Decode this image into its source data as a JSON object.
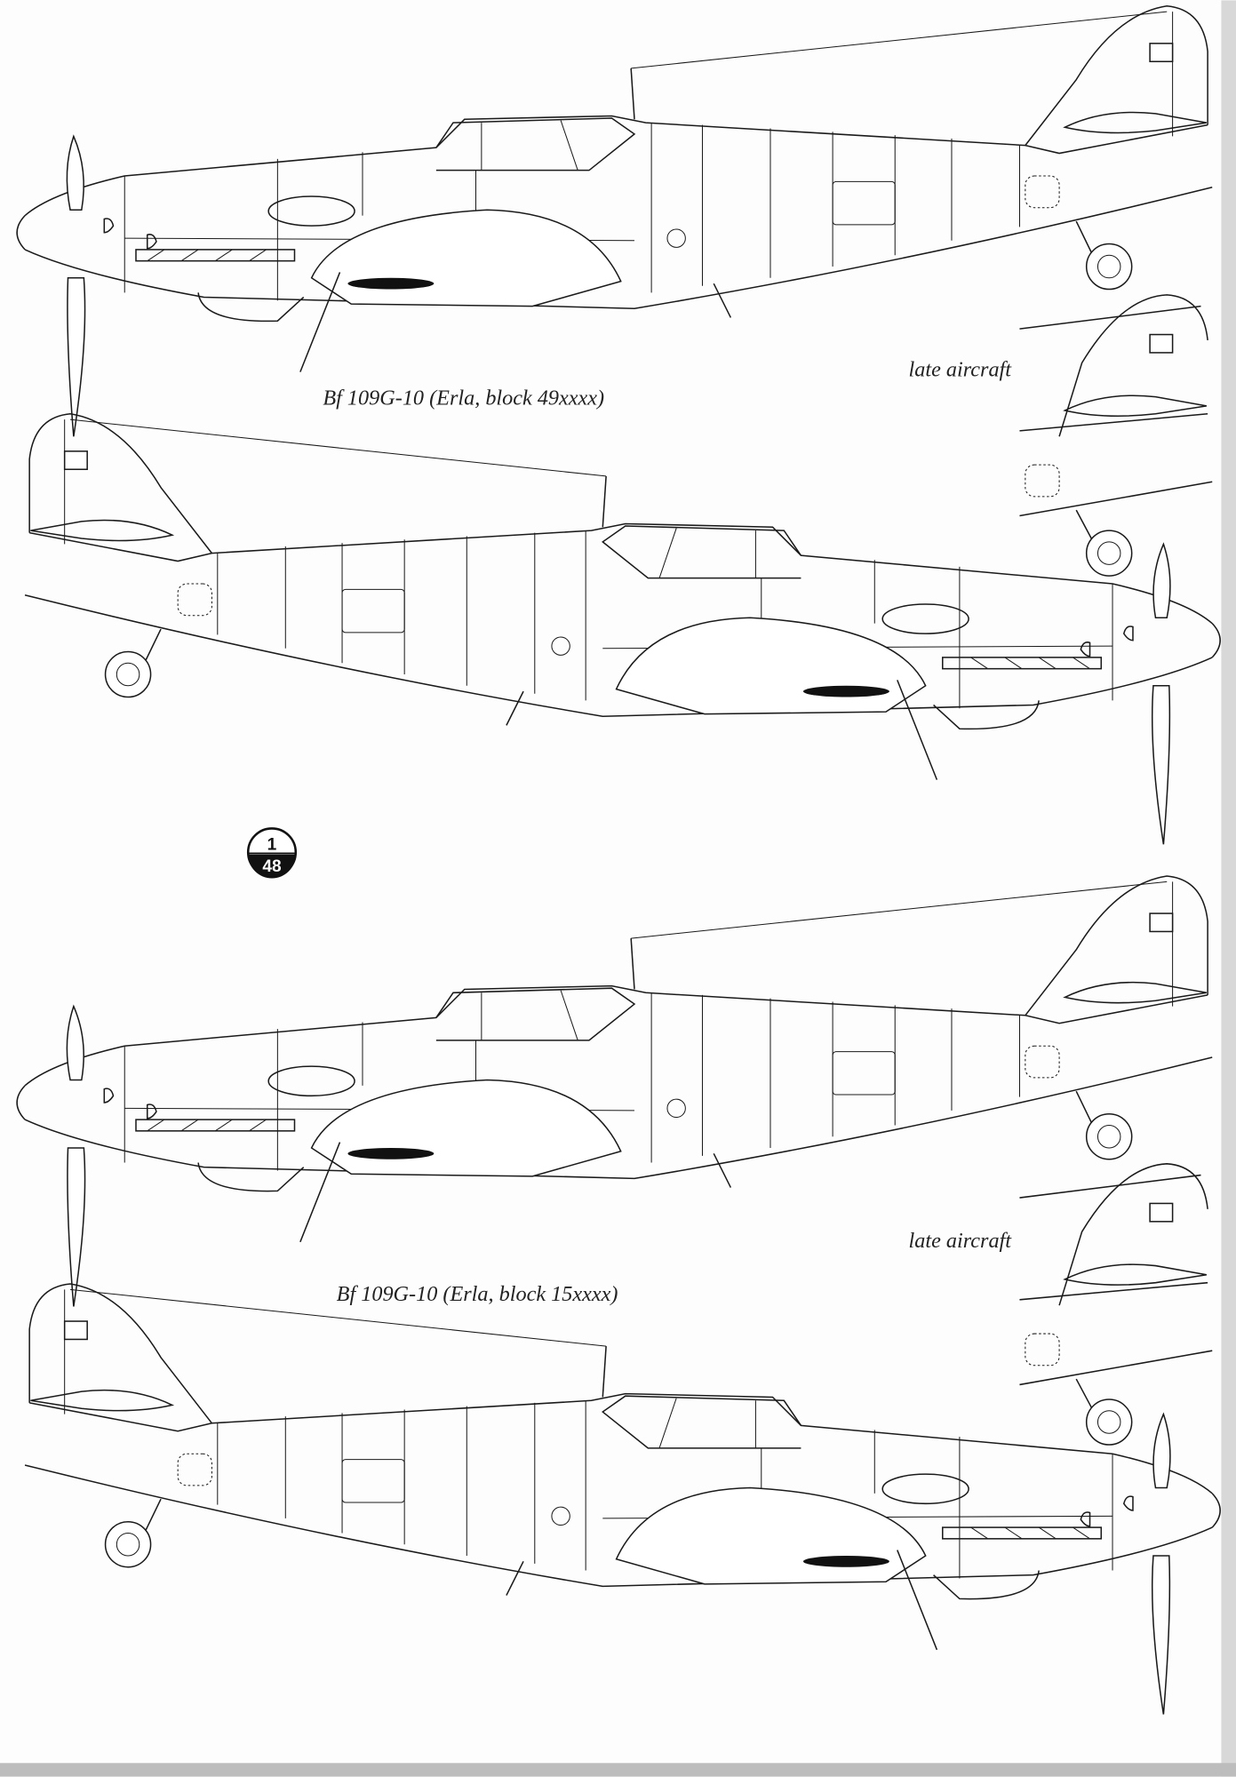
{
  "captions": {
    "upper_variant": "Bf 109G-10 (Erla, block 49xxxx)",
    "lower_variant": "Bf 109G-10 (Erla, block 15xxxx)",
    "late_aircraft_1": "late aircraft",
    "late_aircraft_2": "late aircraft"
  },
  "scale_badge": {
    "numerator": "1",
    "denominator": "48"
  }
}
